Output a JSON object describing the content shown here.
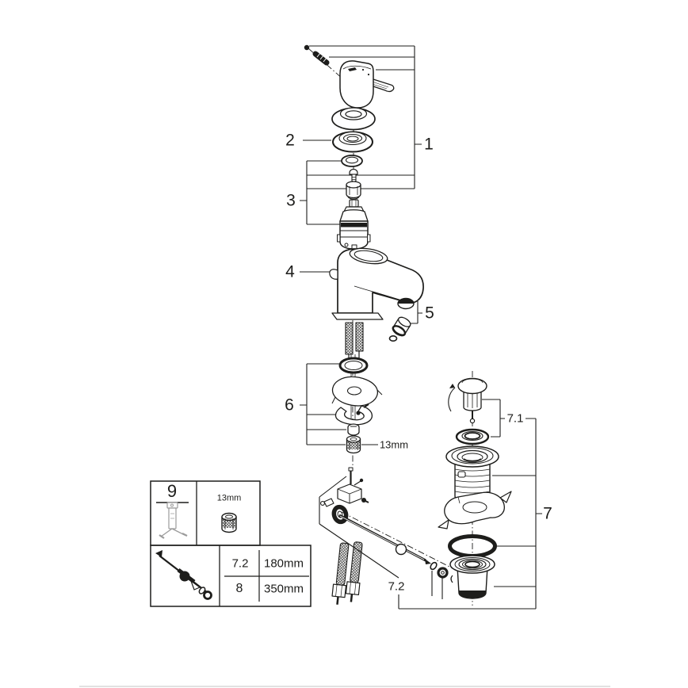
{
  "figure": {
    "kind": "exploded-parts-diagram",
    "line_color": "#1d1d1b",
    "background": "#ffffff",
    "divider_color": "#e2e2e2"
  },
  "callouts": {
    "c1": "1",
    "c2": "2",
    "c3": "3",
    "c4": "4",
    "c5": "5",
    "c6": "6",
    "c7": "7",
    "c7_1": "7.1",
    "c7_2": "7.2",
    "nut": "13mm"
  },
  "legend": {
    "tool": "9",
    "nut": "13mm",
    "rows": [
      {
        "ref": "7.2",
        "len": "180mm"
      },
      {
        "ref": "8",
        "len": "350mm"
      }
    ]
  }
}
